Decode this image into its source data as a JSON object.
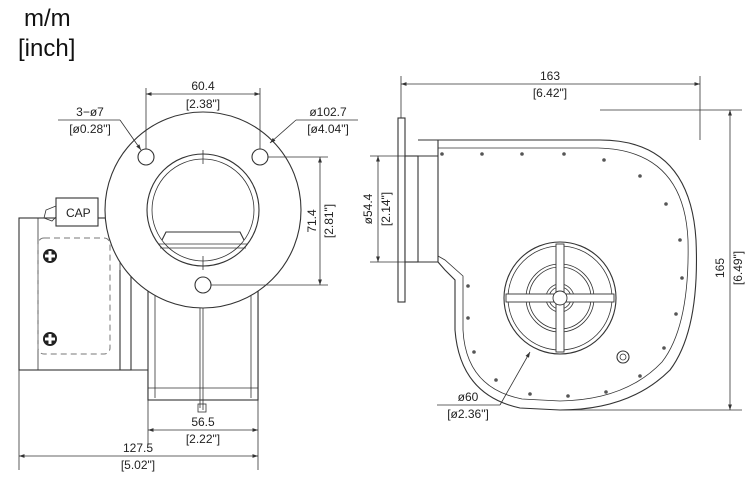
{
  "units": {
    "metric": "m/m",
    "imperial": "[inch]"
  },
  "labels": {
    "capacitor": "CAP"
  },
  "dimensions": {
    "hole_spacing": {
      "mm": "60.4",
      "inch": "[2.38\"]"
    },
    "mount_holes": {
      "mm": "3−ø7",
      "inch": "[ø0.28\"]"
    },
    "flange_diameter": {
      "mm": "ø102.7",
      "inch": "[ø4.04\"]"
    },
    "hole_vertical": {
      "mm": "71.4",
      "inch": "[2.81\"]"
    },
    "base_width": {
      "mm": "56.5",
      "inch": "[2.22\"]"
    },
    "overall_depth": {
      "mm": "127.5",
      "inch": "[5.02\"]"
    },
    "overall_width": {
      "mm": "163",
      "inch": "[6.42\"]"
    },
    "overall_height": {
      "mm": "165",
      "inch": "[6.49\"]"
    },
    "outlet_diameter": {
      "mm": "ø54.4",
      "inch": "[2.14\"]"
    },
    "inlet_diameter": {
      "mm": "ø60",
      "inch": "[ø2.36\"]"
    }
  }
}
